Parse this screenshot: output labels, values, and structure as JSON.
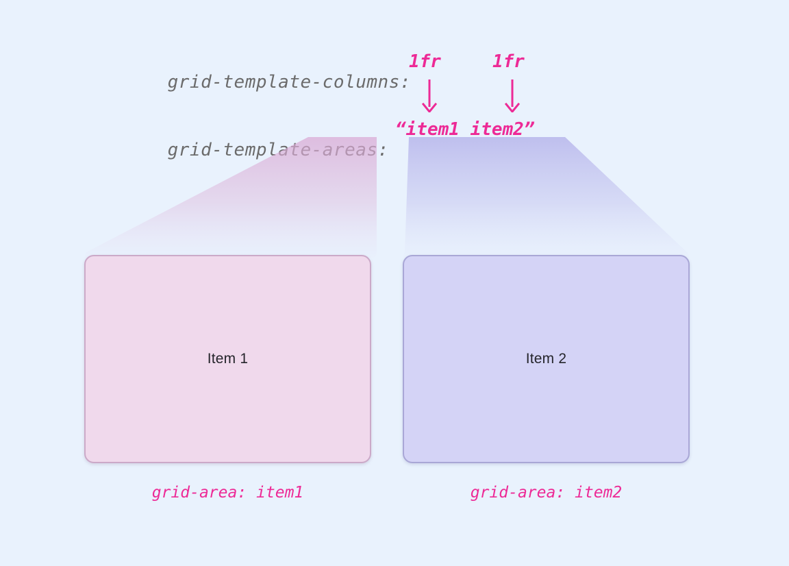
{
  "diagram": {
    "background_color": "#e9f2fd",
    "accent_pink": "#ed2a96",
    "label_gray": "#6b6b6b"
  },
  "code": {
    "columns_property": "grid-template-columns:",
    "columns_value_1": "1fr",
    "columns_value_2": "1fr",
    "areas_property": "grid-template-areas:",
    "areas_value": "“item1 item2”"
  },
  "arrows": [
    {
      "name": "arrow-to-item1",
      "direction": "down",
      "color": "#ed2a96"
    },
    {
      "name": "arrow-to-item2",
      "direction": "down",
      "color": "#ed2a96"
    }
  ],
  "cones": [
    {
      "name": "cone-item1",
      "color": "#d9a8d4"
    },
    {
      "name": "cone-item2",
      "color": "#aeabe8"
    }
  ],
  "items": [
    {
      "label": "Item 1",
      "caption": "grid-area: item1",
      "fill": "#f0d9ec",
      "border": "#cba9c8"
    },
    {
      "label": "Item 2",
      "caption": "grid-area: item2",
      "fill": "#d4d3f6",
      "border": "#a9a7d6"
    }
  ]
}
